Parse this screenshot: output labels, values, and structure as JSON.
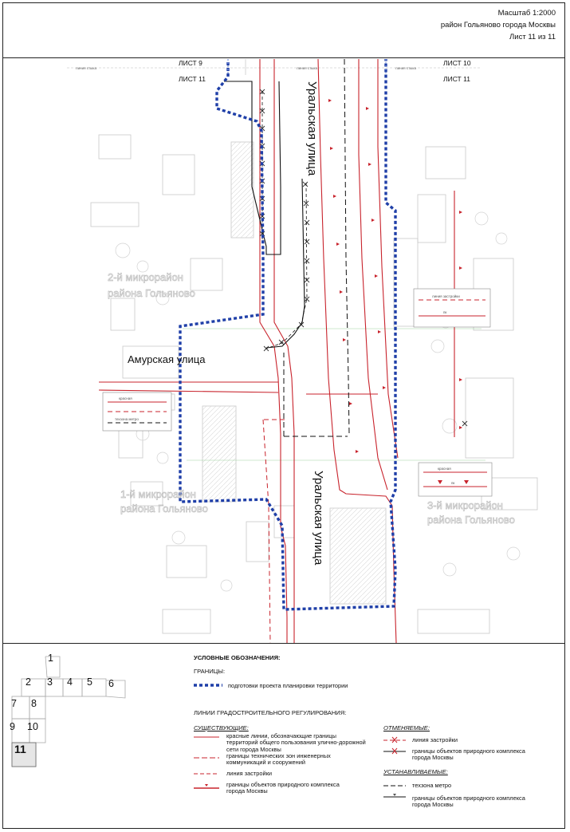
{
  "header": {
    "scale": "Масштаб 1:2000",
    "district": "район Гольяново города Москвы",
    "sheet": "Лист 11 из 11"
  },
  "map": {
    "stitch_line_left": "линия стыка",
    "stitch_line_mid": "линия стыка",
    "sheet_refs": [
      "ЛИСТ 9",
      "ЛИСТ 11",
      "ЛИСТ 10",
      "ЛИСТ 11"
    ],
    "streets": {
      "uralskaya_top": "Уральская улица",
      "uralskaya_bottom": "Уральская улица",
      "amurskaya": "Амурская улица"
    },
    "districts": {
      "d2_line1": "2-й микрорайон",
      "d2_line2": "района Гольяново",
      "d1_line1": "1-й микрорайон",
      "d1_line2": "района Гольяново",
      "d3_line1": "3-й микрорайон",
      "d3_line2": "района Гольяново"
    },
    "callouts": {
      "left_red": "красная",
      "left_metro": "техзона метро",
      "right_top_line1": "линия застройки",
      "right_top_line2": "пк",
      "right_bottom_line1": "красная",
      "right_bottom_line2": "пк"
    },
    "colors": {
      "boundary": "#1f3fa8",
      "red_line": "#c8232c",
      "black_line": "#111111"
    }
  },
  "legend": {
    "title": "УСЛОВНЫЕ ОБОЗНАЧЕНИЯ:",
    "boundaries_head": "ГРАНИЦЫ:",
    "boundary_item": "подготовки проекта планировки территории",
    "lines_head": "ЛИНИИ ГРАДОСТРОИТЕЛЬНОГО РЕГУЛИРОВАНИЯ:",
    "existing_head": "СУЩЕСТВУЮЩИЕ:",
    "existing": [
      [
        "красные линии, обозначающие границы",
        "территорий общего пользования улично-дорожной",
        "сети города Москвы"
      ],
      [
        "границы технических зон инженерных",
        "коммуникаций и сооружений"
      ],
      [
        "линия застройки"
      ],
      [
        "границы объектов природного комплекса",
        "города Москвы"
      ]
    ],
    "cancelled_head": "ОТМЕНЯЕМЫЕ:",
    "cancelled": [
      [
        "линия застройки"
      ],
      [
        "границы объектов природного комплекса",
        "города Москвы"
      ]
    ],
    "established_head": "УСТАНАВЛИВАЕМЫЕ:",
    "established": [
      [
        "техзона метро"
      ],
      [
        "границы объектов природного комплекса",
        "города Москвы"
      ]
    ]
  },
  "key_map": {
    "sheets": [
      "1",
      "2",
      "3",
      "4",
      "5",
      "6",
      "7",
      "8",
      "9",
      "10",
      "11"
    ],
    "current": "11"
  }
}
